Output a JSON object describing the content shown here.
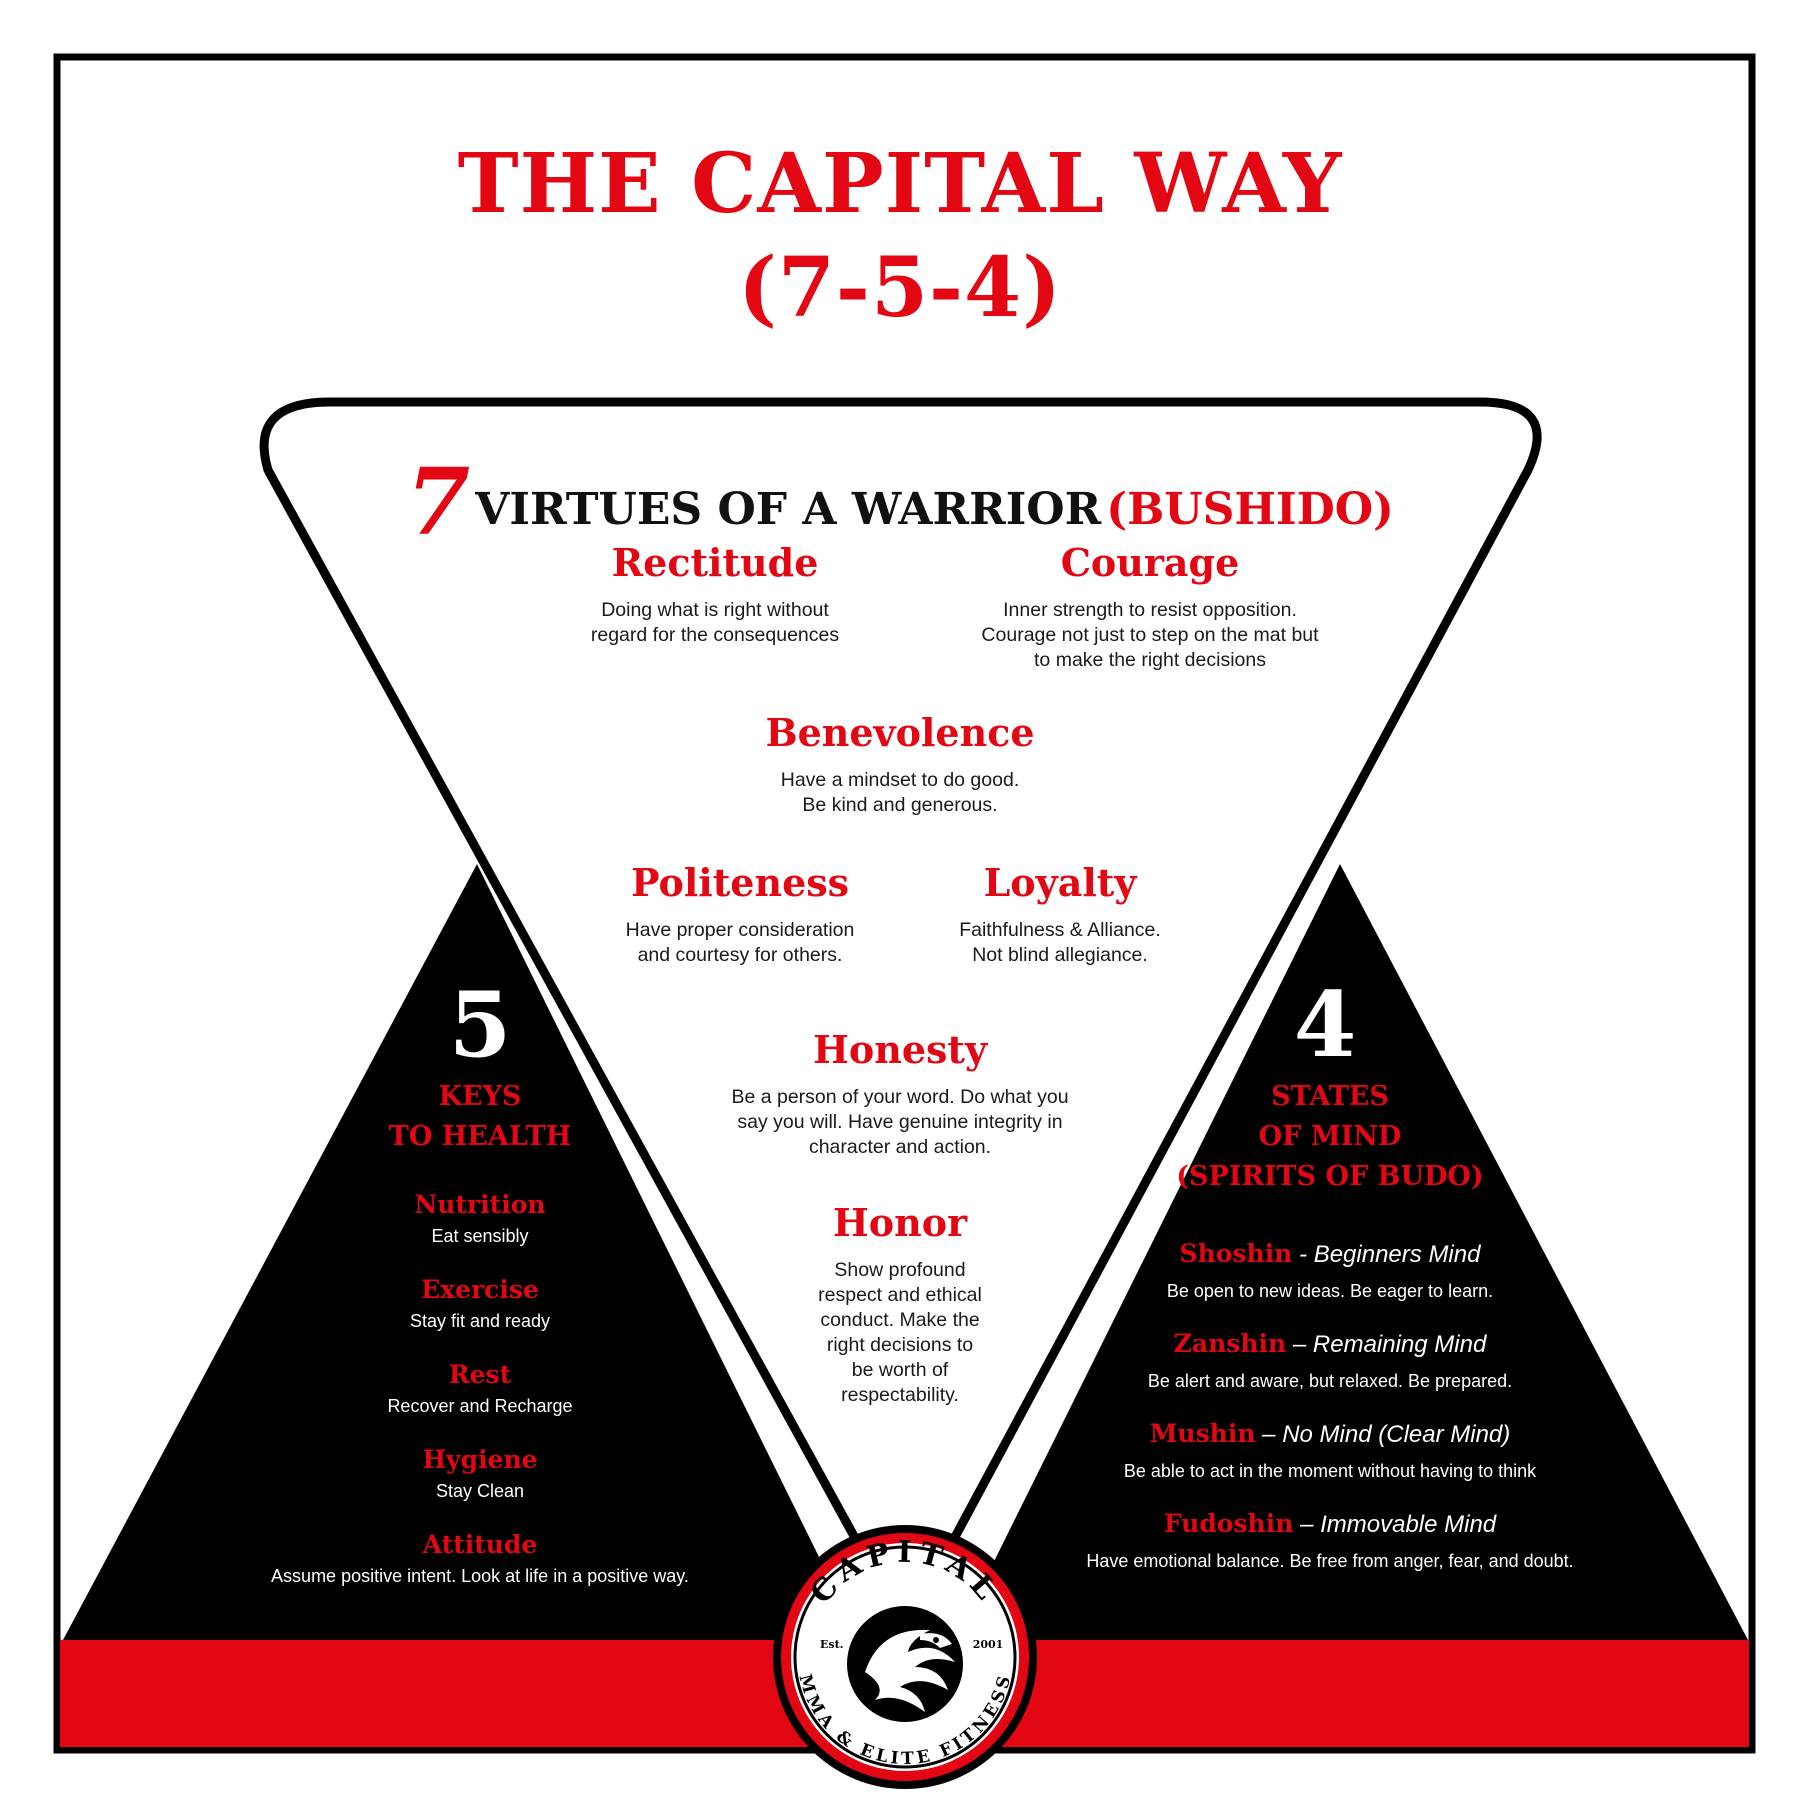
{
  "title": {
    "line1": "THE CAPITAL WAY",
    "line2": "(7-5-4)"
  },
  "virtues": {
    "number": "7",
    "heading": "VIRTUES OF A WARRIOR",
    "heading_red": "(BUSHIDO)",
    "items": [
      {
        "name": "Rectitude",
        "desc": "Doing what is right without\nregard for the consequences"
      },
      {
        "name": "Courage",
        "desc": "Inner strength to resist opposition.\nCourage not just to step on the mat but\nto make the right decisions"
      },
      {
        "name": "Benevolence",
        "desc": "Have a mindset to do good.\nBe kind and generous."
      },
      {
        "name": "Politeness",
        "desc": "Have proper consideration\nand courtesy for others."
      },
      {
        "name": "Loyalty",
        "desc": "Faithfulness & Alliance.\nNot blind allegiance."
      },
      {
        "name": "Honesty",
        "desc": "Be a person of your word. Do what you\nsay you will. Have genuine integrity in\ncharacter and action."
      },
      {
        "name": "Honor",
        "desc": "Show profound\nrespect and ethical\nconduct. Make the\nright decisions to\nbe worth of\nrespectability."
      }
    ]
  },
  "health": {
    "number": "5",
    "title": "KEYS\nTO HEALTH",
    "items": [
      {
        "name": "Nutrition",
        "desc": "Eat sensibly"
      },
      {
        "name": "Exercise",
        "desc": "Stay fit and ready"
      },
      {
        "name": "Rest",
        "desc": "Recover and Recharge"
      },
      {
        "name": "Hygiene",
        "desc": "Stay Clean"
      },
      {
        "name": "Attitude",
        "desc": "Assume positive intent. Look at life in a positive way."
      }
    ]
  },
  "mind": {
    "number": "4",
    "title": "STATES\nOF MIND\n(SPIRITS OF BUDO)",
    "items": [
      {
        "name": "Shoshin",
        "sep": " - ",
        "sub": "Beginners Mind",
        "desc": "Be open to new ideas. Be eager to learn."
      },
      {
        "name": "Zanshin",
        "sep": " – ",
        "sub": "Remaining Mind",
        "desc": "Be alert and aware, but relaxed. Be prepared."
      },
      {
        "name": "Mushin",
        "sep": " – ",
        "sub": "No Mind (Clear Mind)",
        "desc": "Be able to act in the moment without having to think"
      },
      {
        "name": "Fudoshin",
        "sep": " – ",
        "sub": "Immovable Mind",
        "desc": "Have emotional balance. Be free from anger, fear, and doubt."
      }
    ]
  },
  "logo": {
    "top_text": "CAPITAL",
    "bottom_text": "MMA & ELITE FITNESS",
    "est": "Est.",
    "year": "2001"
  },
  "colors": {
    "red": "#e30613",
    "black": "#000000",
    "white": "#ffffff"
  }
}
